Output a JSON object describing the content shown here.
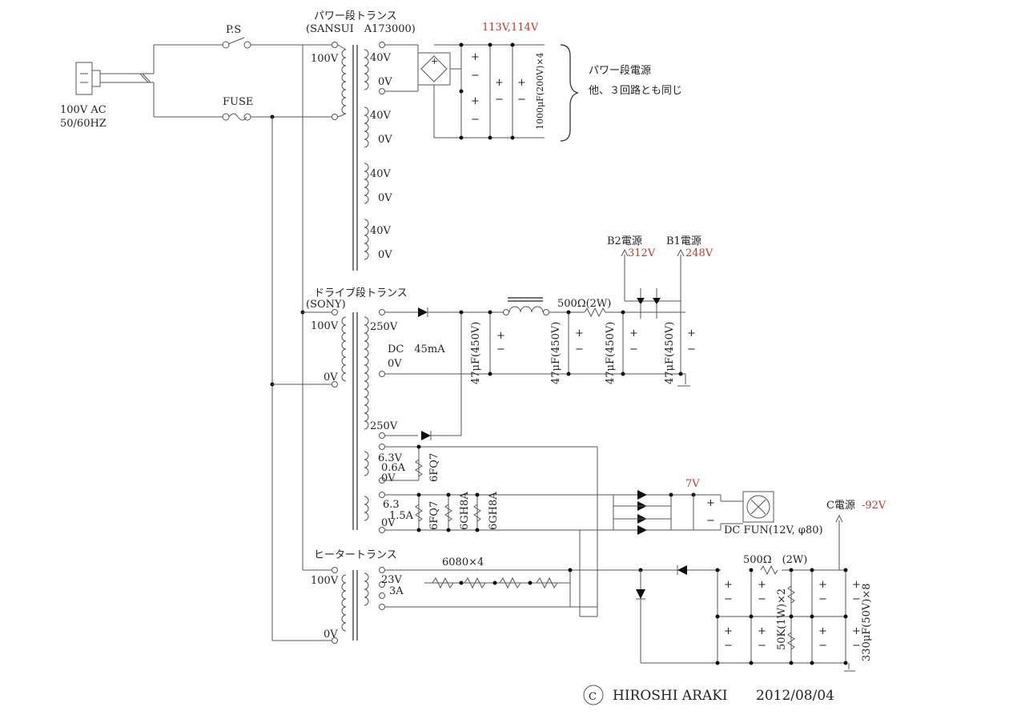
{
  "ac_input": {
    "voltage": "100V AC",
    "freq": "50/60HZ",
    "switch": "P.S",
    "fuse": "FUSE"
  },
  "power_transformer": {
    "title": "パワー段トランス",
    "model": "(SANSUI　A173000)",
    "primary": "100V",
    "taps": [
      "40V",
      "0V",
      "40V",
      "0V",
      "40V",
      "0V",
      "40V",
      "0V"
    ]
  },
  "power_supply": {
    "measured": "113V,114V",
    "capacitors": "1000μF(200V)×4",
    "label": "パワー段電源",
    "note": "他、３回路とも同じ"
  },
  "drive_transformer": {
    "title": "ドライブ段トランス",
    "model": "(SONY)",
    "primary": "100V",
    "primary_zero": "0V",
    "hv1": "250V",
    "dc_current": "DC　45mA",
    "hv_zero": "0V",
    "hv2": "250V",
    "heater1_v": "6.3V",
    "heater1_a": "0.6A",
    "heater1_zero": "0V",
    "heater2_v": "6.3",
    "heater2_a": "1.5A",
    "heater2_zero": "0V"
  },
  "drive_supply": {
    "cap": "47μF(450V)",
    "resistor": "500Ω(2W)",
    "b2_label": "B2電源",
    "b2_v": "312V",
    "b1_label": "B1電源",
    "b1_v": "248V"
  },
  "tubes": {
    "t1": "6FQ7",
    "t2": "6FQ7",
    "t3": "6GH8A",
    "t4": "6GH8A",
    "t5": "6080×4"
  },
  "fan": {
    "v": "7V",
    "label": "DC FUN(12V, φ80)"
  },
  "heater_transformer": {
    "title": "ヒータートランス",
    "primary": "100V",
    "primary_zero": "0V",
    "sec_v": "23V",
    "sec_a": "3A"
  },
  "c_supply": {
    "label": "C電源",
    "v": "-92V",
    "resistor": "500Ω　(2W)",
    "bleeder": "50K(1W)×2",
    "caps": "330μF(50V)×8"
  },
  "footer": {
    "copy": "C",
    "author": "HIROSHI ARAKI",
    "date": "2012/08/04"
  }
}
